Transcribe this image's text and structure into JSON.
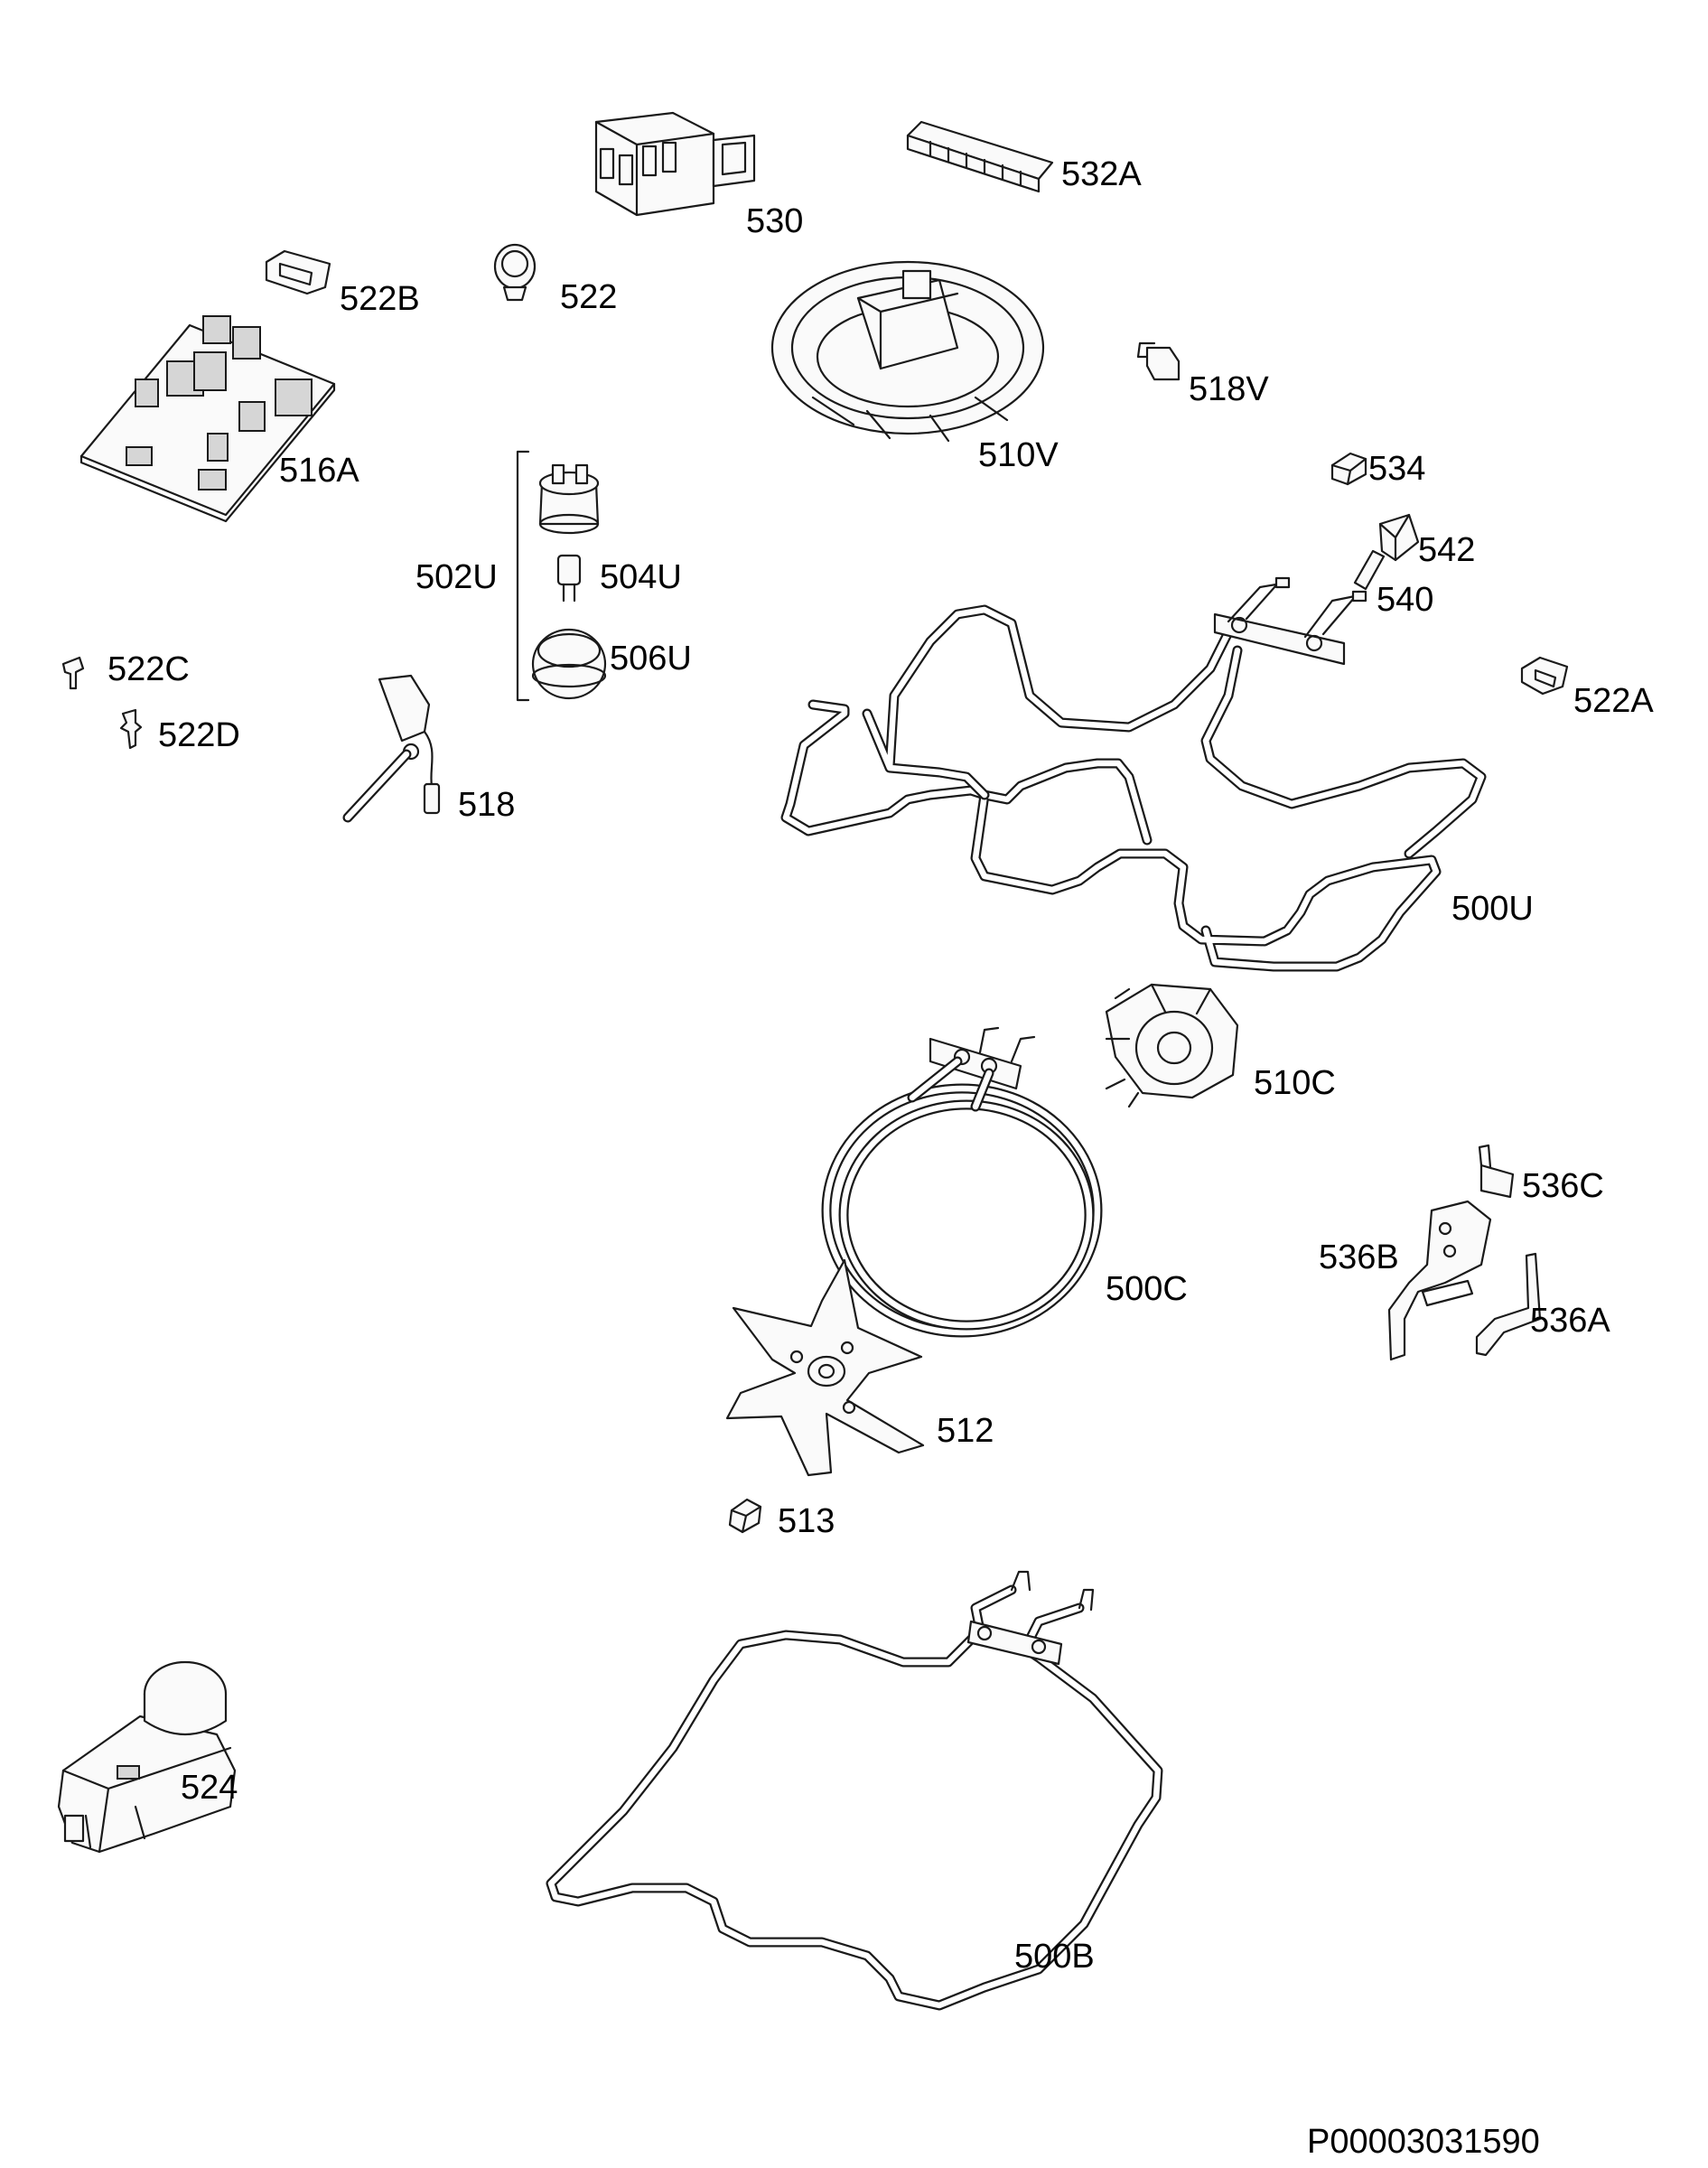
{
  "parts": [
    {
      "id": "p530",
      "label": "530",
      "icon": "terminal-block"
    },
    {
      "id": "p532A",
      "label": "532A",
      "icon": "connector-strip"
    },
    {
      "id": "p522B",
      "label": "522B",
      "icon": "bracket-clip"
    },
    {
      "id": "p522",
      "label": "522",
      "icon": "lamp-holder"
    },
    {
      "id": "p510V",
      "label": "510V",
      "icon": "cooling-fan"
    },
    {
      "id": "p518V",
      "label": "518V",
      "icon": "thermostat-clip"
    },
    {
      "id": "p516A",
      "label": "516A",
      "icon": "circuit-board"
    },
    {
      "id": "p534",
      "label": "534",
      "icon": "nut"
    },
    {
      "id": "p502U",
      "label": "502U",
      "icon": "lamp-assembly"
    },
    {
      "id": "p504U",
      "label": "504U",
      "icon": "bulb"
    },
    {
      "id": "p506U",
      "label": "506U",
      "icon": "lamp-cover"
    },
    {
      "id": "p542",
      "label": "542",
      "icon": "insulator"
    },
    {
      "id": "p540",
      "label": "540",
      "icon": "spacer"
    },
    {
      "id": "p522C",
      "label": "522C",
      "icon": "screw"
    },
    {
      "id": "p522D",
      "label": "522D",
      "icon": "screw"
    },
    {
      "id": "p522A",
      "label": "522A",
      "icon": "bracket-clip"
    },
    {
      "id": "p518",
      "label": "518",
      "icon": "temperature-probe"
    },
    {
      "id": "p500U",
      "label": "500U",
      "icon": "top-heating-element"
    },
    {
      "id": "p510C",
      "label": "510C",
      "icon": "fan-motor"
    },
    {
      "id": "p536C",
      "label": "536C",
      "icon": "micro-switch"
    },
    {
      "id": "p536B",
      "label": "536B",
      "icon": "switch-bracket"
    },
    {
      "id": "p500C",
      "label": "500C",
      "icon": "circular-heating-element"
    },
    {
      "id": "p536A",
      "label": "536A",
      "icon": "lever"
    },
    {
      "id": "p512",
      "label": "512",
      "icon": "fan-blade"
    },
    {
      "id": "p513",
      "label": "513",
      "icon": "nut"
    },
    {
      "id": "p524",
      "label": "524",
      "icon": "door-lock"
    },
    {
      "id": "p500B",
      "label": "500B",
      "icon": "bottom-heating-element"
    }
  ],
  "document_id": "P00003031590"
}
